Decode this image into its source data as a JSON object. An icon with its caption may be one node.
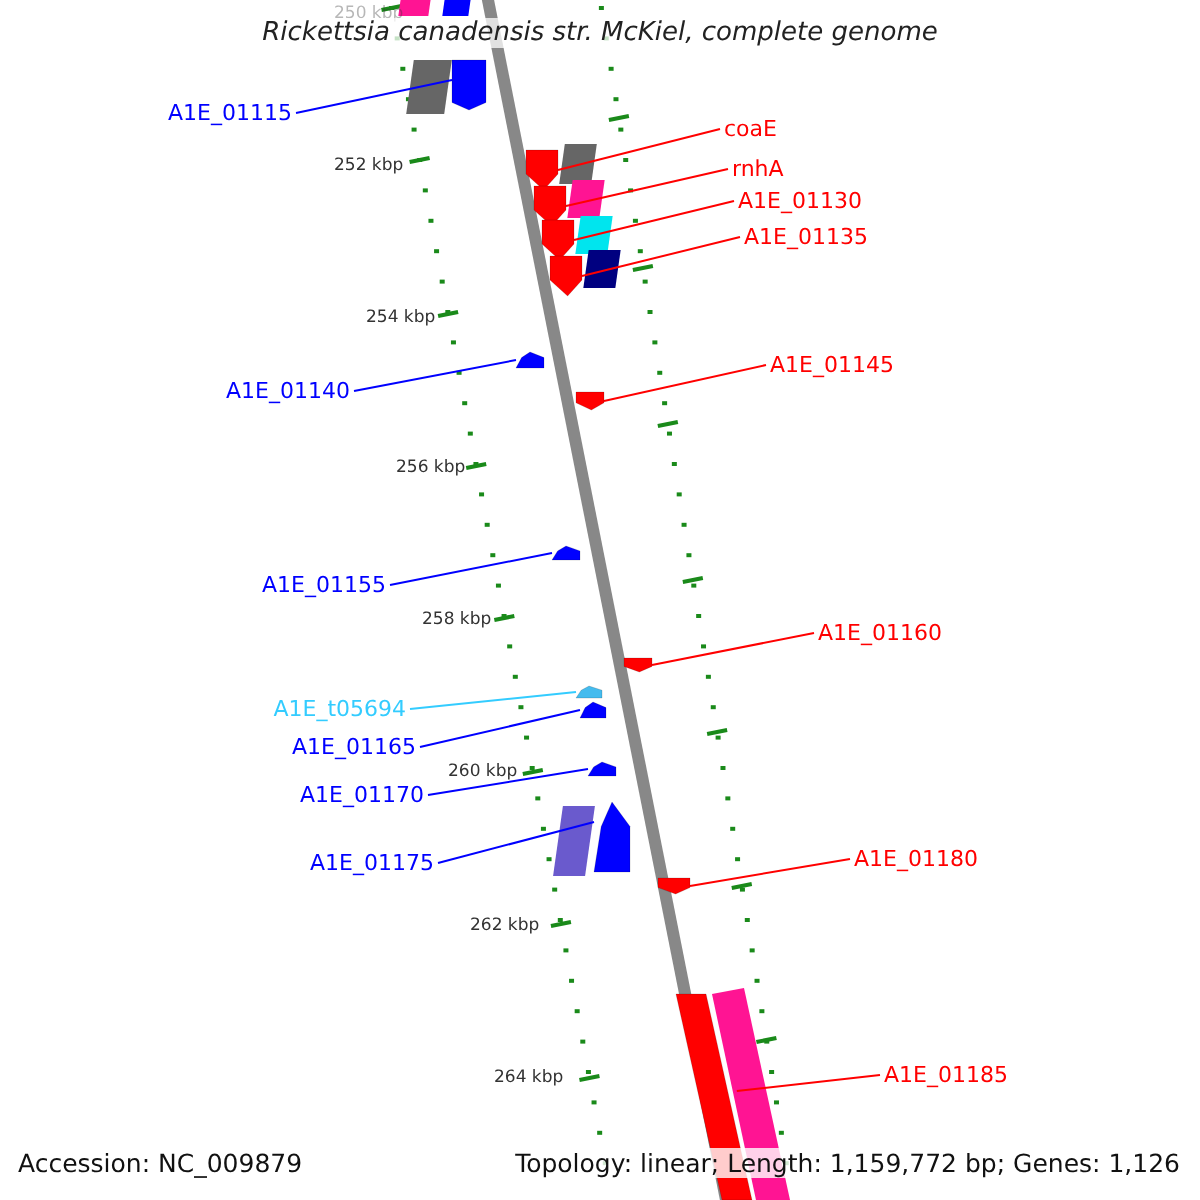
{
  "diagram": {
    "title": "Rickettsia canadensis str. McKiel, complete genome",
    "nodes": [
      {
        "text": [
          "A1E_01115"
        ]
      },
      {
        "text": [],
        "shape": "box"
      },
      {
        "text": [
          "coaE"
        ]
      },
      {
        "text": [],
        "shape": "arrow"
      },
      {
        "text": [
          "rnhA"
        ]
      },
      {
        "text": [],
        "shape": "arrow"
      },
      {
        "text": [
          "A1E_01130"
        ]
      },
      {
        "text": [],
        "shape": "arrow"
      },
      {
        "text": [
          "A1E_01135"
        ]
      },
      {
        "text": [],
        "shape": "arrow"
      },
      {
        "text": [
          "A1E_01140"
        ]
      },
      {
        "text": [],
        "shape": "arrow"
      },
      {
        "text": [
          "A1E_01145"
        ]
      },
      {
        "text": [],
        "shape": "arrow"
      },
      {
        "text": [
          "A1E_01155"
        ]
      },
      {
        "text": [],
        "shape": "arrow"
      },
      {
        "text": [
          "A1E_01160"
        ]
      },
      {
        "text": [],
        "shape": "arrow"
      },
      {
        "text": [
          "A1E_t05694"
        ]
      },
      {
        "text": [],
        "shape": "arrow"
      },
      {
        "text": [
          "A1E_01165"
        ]
      },
      {
        "text": [],
        "shape": "arrow"
      },
      {
        "text": [
          "A1E_01170"
        ]
      },
      {
        "text": [],
        "shape": "arrow"
      },
      {
        "text": [
          "A1E_01175"
        ]
      },
      {
        "text": [],
        "shape": "arrow"
      },
      {
        "text": [
          "A1E_01180"
        ]
      },
      {
        "text": [],
        "shape": "arrow"
      },
      {
        "text": [
          "A1E_01185"
        ]
      },
      {
        "text": [],
        "shape": "bar"
      }
    ],
    "edges": [
      {
        "from": 0,
        "to": 1,
        "arrow": "none",
        "color": "#0000ff"
      },
      {
        "from": 2,
        "to": 3,
        "arrow": "none"
      },
      {
        "from": 4,
        "to": 5,
        "arrow": "none"
      },
      {
        "from": 6,
        "to": 7,
        "arrow": "none"
      },
      {
        "from": 8,
        "to": 9,
        "arrow": "none"
      },
      {
        "from": 10,
        "to": 11,
        "arrow": "none",
        "color": "#0000ff"
      },
      {
        "from": 12,
        "to": 13,
        "arrow": "none"
      },
      {
        "from": 14,
        "to": 15,
        "arrow": "none",
        "color": "#0000ff"
      },
      {
        "from": 16,
        "to": 17,
        "arrow": "none"
      },
      {
        "from": 18,
        "to": 19,
        "arrow": "none",
        "color": "#33ccff"
      },
      {
        "from": 20,
        "to": 21,
        "arrow": "none",
        "color": "#0000ff"
      },
      {
        "from": 22,
        "to": 23,
        "arrow": "none",
        "color": "#0000ff"
      },
      {
        "from": 24,
        "to": 25,
        "arrow": "none",
        "color": "#0000ff"
      },
      {
        "from": 26,
        "to": 27,
        "arrow": "none"
      },
      {
        "from": 28,
        "to": 29,
        "arrow": "none"
      }
    ],
    "labels": [
      "250 kbp",
      "252 kbp",
      "254 kbp",
      "256 kbp",
      "258 kbp",
      "260 kbp",
      "262 kbp",
      "264 kbp",
      "Accession: NC_009879",
      "Topology: linear; Length: 1,159,772 bp; Genes: 1,126"
    ]
  }
}
